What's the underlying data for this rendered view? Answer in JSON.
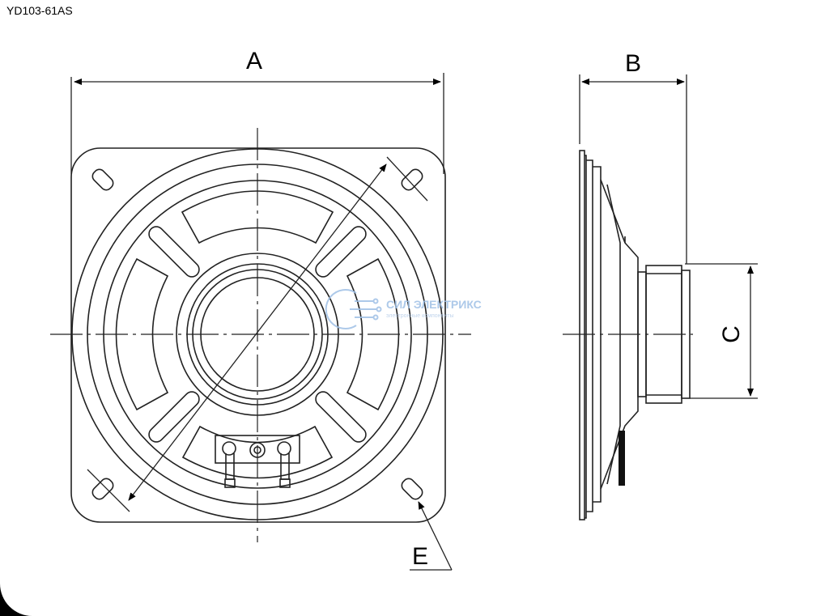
{
  "model": "YD103-61AS",
  "dimension_labels": {
    "a": "A",
    "b": "B",
    "c": "C",
    "e": "E"
  },
  "watermark": {
    "name": "СИЛ ЭЛЕКТРИКС",
    "tagline": "электронные компоненты"
  }
}
